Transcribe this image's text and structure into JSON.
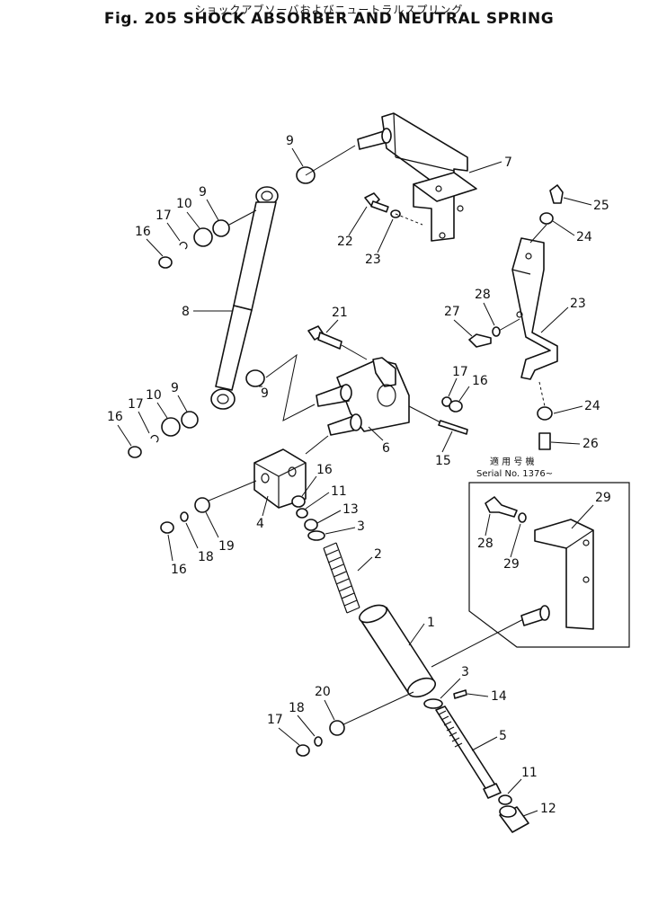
{
  "title_jp": "ショックアブソーバおよびニュートラルスプリング",
  "title_en": "Fig. 205 SHOCK ABSORBER AND NEUTRAL SPRING",
  "serial_note": {
    "jp": "適 用 号 機",
    "en": "Serial  No. 1376~"
  },
  "callouts": [
    "1",
    "2",
    "3",
    "3",
    "4",
    "5",
    "6",
    "7",
    "8",
    "9",
    "9",
    "9",
    "9",
    "10",
    "10",
    "11",
    "11",
    "12",
    "13",
    "14",
    "15",
    "16",
    "16",
    "16",
    "16",
    "16",
    "17",
    "17",
    "17",
    "17",
    "18",
    "18",
    "19",
    "20",
    "21",
    "22",
    "23",
    "23",
    "24",
    "24",
    "25",
    "26",
    "27",
    "28",
    "29"
  ]
}
